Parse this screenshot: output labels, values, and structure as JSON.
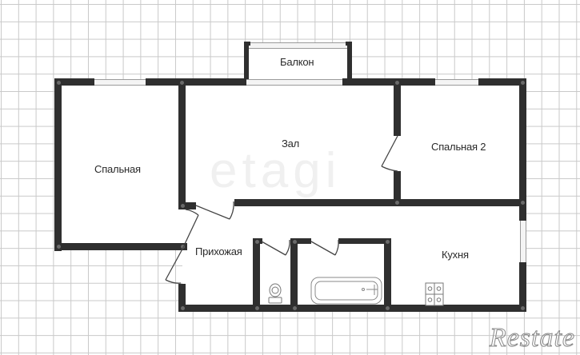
{
  "plan": {
    "rooms": [
      {
        "id": "bedroom-1",
        "label": "Спальная"
      },
      {
        "id": "living-room",
        "label": "Зал"
      },
      {
        "id": "bedroom-2",
        "label": "Спальная 2"
      },
      {
        "id": "balcony",
        "label": "Балкон"
      },
      {
        "id": "hallway",
        "label": "Прихожая"
      },
      {
        "id": "kitchen",
        "label": "Кухня"
      }
    ],
    "fixtures": [
      "toilet",
      "bathtub",
      "stove"
    ],
    "colors": {
      "wall": "#2f2f2f",
      "grid": "#c9c9c9",
      "background": "#ffffff"
    }
  },
  "watermark": {
    "text": "etagi"
  },
  "brand": {
    "text": "Restate"
  }
}
